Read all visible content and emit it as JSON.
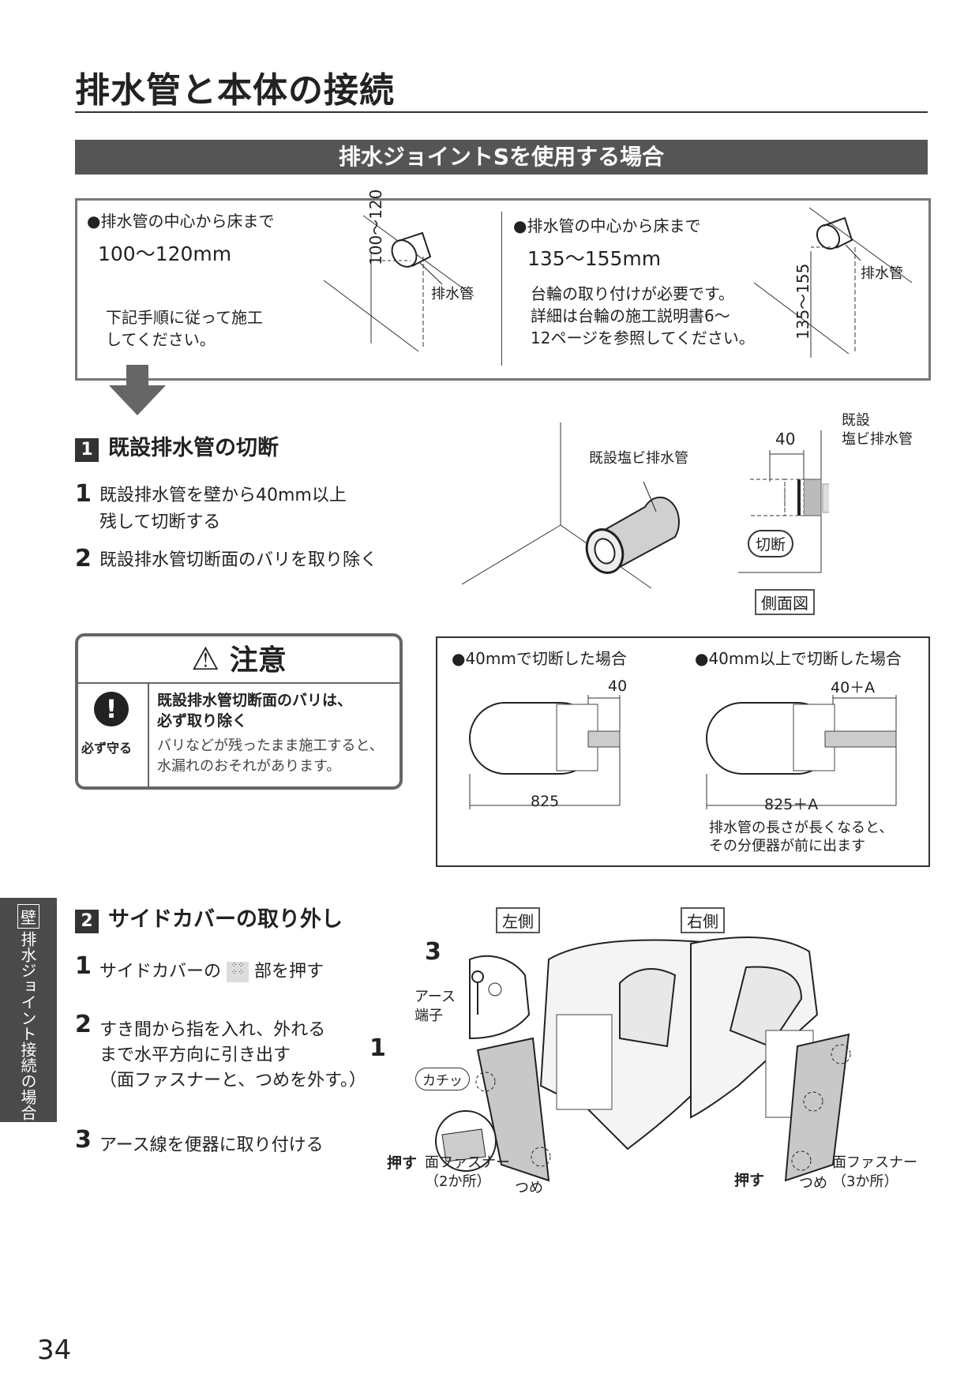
{
  "title": "排水管と本体の接続",
  "banner": "排水ジョイントSを使用する場合",
  "info": {
    "left": {
      "label": "●排水管の中心から床まで",
      "range": "100〜120mm",
      "note_1": "下記手順に従って施工",
      "note_2": "してください。",
      "dim_label": "100〜120",
      "pipe_label": "排水管"
    },
    "right": {
      "label": "●排水管の中心から床まで",
      "range": "135〜155mm",
      "note_1": "台輪の取り付けが必要です。",
      "note_2": "詳細は台輪の施工説明書6〜",
      "note_3": "12ページを参照してください。",
      "dim_label": "135〜155",
      "pipe_label": "排水管"
    }
  },
  "section1": {
    "num": "1",
    "heading": "既設排水管の切断",
    "steps": [
      {
        "num": "1",
        "line1": "既設排水管を壁から40mm以上",
        "line2": "残して切断する"
      },
      {
        "num": "2",
        "line1": "既設排水管切断面のバリを取り除く",
        "line2": ""
      }
    ],
    "fig_pipe_label": "既設塩ビ排水管",
    "side": {
      "dim": "40",
      "label_1": "既設",
      "label_2": "塩ビ排水管",
      "cut": "切断",
      "caption": "側面図"
    }
  },
  "caution": {
    "heading": "注意",
    "badge": "必ず守る",
    "bold_1": "既設排水管切断面のバリは、",
    "bold_2": "必ず取り除く",
    "note_1": "バリなどが残ったまま施工すると、",
    "note_2": "水漏れのおそれがあります。"
  },
  "compare": {
    "left": {
      "label": "●40mmで切断した場合",
      "dim_top": "40",
      "dim_bottom": "825"
    },
    "right": {
      "label": "●40mm以上で切断した場合",
      "dim_top": "40＋A",
      "dim_bottom": "825＋A"
    },
    "note_1": "排水管の長さが長くなると、",
    "note_2": "その分便器が前に出ます"
  },
  "section2": {
    "num": "2",
    "heading": "サイドカバーの取り外し",
    "steps": [
      {
        "num": "1",
        "before": "サイドカバーの",
        "after": "部を押す"
      },
      {
        "num": "2",
        "line1": "すき間から指を入れ、外れる",
        "line2": "まで水平方向に引き出す",
        "line3": "（面ファスナーと、つめを外す。）"
      },
      {
        "num": "3",
        "line1": "アース線を便器に取り付ける"
      }
    ],
    "fig": {
      "left_tag": "左側",
      "right_tag": "右側",
      "callout_3": "3",
      "callout_1": "1",
      "earth_1": "アース",
      "earth_2": "端子",
      "click": "カチッ",
      "push_left": "押す",
      "fastener_left_1": "面ファスナー",
      "fastener_left_2": "（2か所）",
      "claw_left": "つめ",
      "push_right": "押す",
      "claw_right": "つめ",
      "fastener_right_1": "面ファスナー",
      "fastener_right_2": "（3か所）"
    }
  },
  "side_tab": {
    "top": "壁",
    "vertical": "排水ジョイント接続の場合"
  },
  "page_number": "34"
}
